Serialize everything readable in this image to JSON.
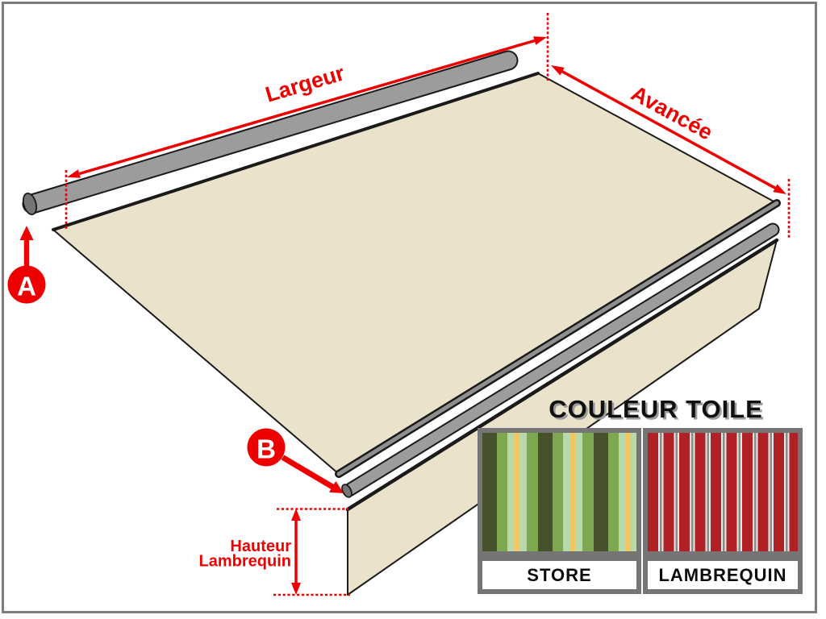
{
  "diagram": {
    "dimension_labels": {
      "largeur": "Largeur",
      "avancee": "Avancée",
      "hauteur_line1": "Hauteur",
      "hauteur_line2": "Lambrequin"
    },
    "markers": {
      "a": "A",
      "b": "B"
    }
  },
  "color_section": {
    "title": "COULEUR TOILE",
    "swatches": [
      {
        "label": "STORE",
        "fabric": "green-striped"
      },
      {
        "label": "LAMBREQUIN",
        "fabric": "red-striped"
      }
    ]
  },
  "colors": {
    "red": "#ee0000",
    "canvas-beige": "#eae2ca",
    "bar-gray": "#9c9c9c",
    "bar-end-gray": "#757575",
    "outline": "#1a1a1a",
    "frame-gray": "#7c7c7c",
    "swatch-border": "#757575",
    "green-dark": "#47522d",
    "green-mid": "#7ea84f",
    "green-mint": "#b9d9a8",
    "stripe-yellow": "#f8c55c",
    "fabric-red": "#b02126",
    "stripe-white": "#e8e7e2",
    "stripe-gray": "#8b8b89"
  }
}
